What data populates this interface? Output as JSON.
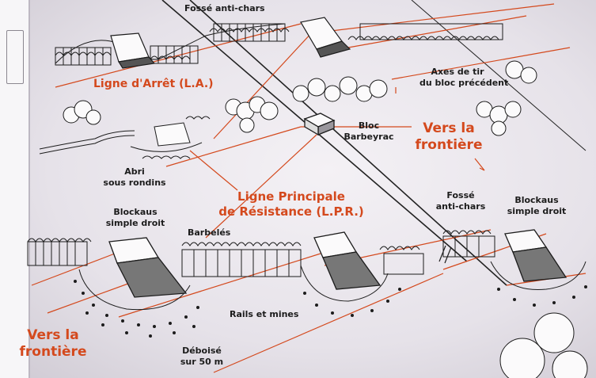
{
  "labels": {
    "fosse_top": "Fossé anti-chars",
    "ligne_arret": "Ligne d'Arrêt (L.A.)",
    "axes_tir_1": "Axes de tir",
    "axes_tir_2": "du bloc précédent",
    "bloc_1": "Bloc",
    "bloc_2": "Barbeyrac",
    "vers_frontiere_right_1": "Vers la",
    "vers_frontiere_right_2": "frontière",
    "abri_1": "Abri",
    "abri_2": "sous rondins",
    "lpr_1": "Ligne Principale",
    "lpr_2": "de Résistance (L.P.R.)",
    "fosse_right_1": "Fossé",
    "fosse_right_2": "anti-chars",
    "blockaus_right_1": "Blockaus",
    "blockaus_right_2": "simple droit",
    "blockaus_left_1": "Blockaus",
    "blockaus_left_2": "simple droit",
    "barbeles": "Barbelés",
    "rails_mines": "Rails et mines",
    "vers_frontiere_left_1": "Vers la",
    "vers_frontiere_left_2": "frontière",
    "deboise_1": "Déboisé",
    "deboise_2": "sur 50 m"
  },
  "colors": {
    "accent_red": "#d4491d",
    "ink": "#1c1c1c",
    "paper": "#eeebf0"
  }
}
